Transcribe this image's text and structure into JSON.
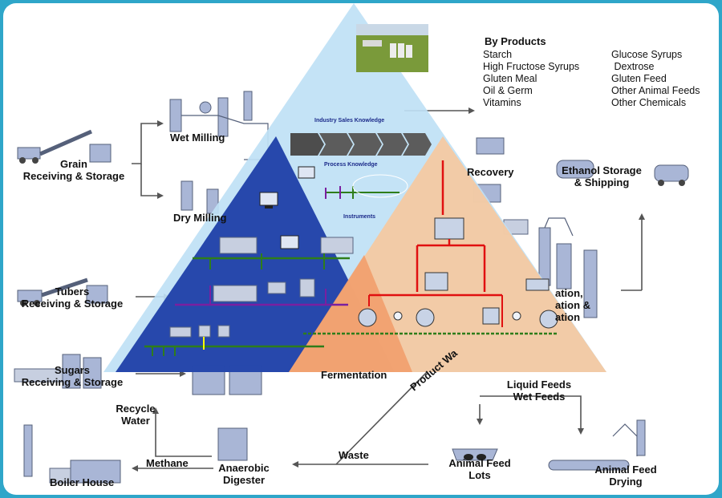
{
  "stages": {
    "grain": [
      "Grain",
      "Receiving & Storage"
    ],
    "wet_milling": "Wet Milling",
    "dry_milling": "Dry Milling",
    "tubers": [
      "Tubers",
      "Receiving & Storage"
    ],
    "sugars": [
      "Sugars",
      "Receiving & Storage"
    ],
    "fermentation": "Fermentation",
    "recovery": "Recovery",
    "ethanol_storage": [
      "Ethanol Storage",
      "& Shipping"
    ],
    "distillation": [
      "ation,",
      "ation &",
      "ation"
    ],
    "liquid_feeds": [
      "Liquid Feeds",
      "Wet Feeds"
    ],
    "animal_feed_lots": [
      "Animal Feed",
      "Lots"
    ],
    "animal_feed_drying": [
      "Animal Feed",
      "Drying"
    ],
    "recycle_water": [
      "Recycle",
      "Water"
    ],
    "methane": "Methane",
    "anaerobic_digester": [
      "Anaerobic",
      "Digester"
    ],
    "boiler_house": "Boiler House",
    "waste": "Waste",
    "product_waste": "Product Wa"
  },
  "by_products": {
    "title": "By Products",
    "col1": [
      "Starch",
      "High Fructose Syrups",
      "Gluten Meal",
      "Oil & Germ",
      "Vitamins"
    ],
    "col2": [
      "Glucose Syrups",
      " Dextrose",
      "Gluten Feed",
      "Other Animal Feeds",
      "Other Chemicals"
    ]
  },
  "pyramid": {
    "industry_label": "Industry Sales Knowledge",
    "process_label": "Process Knowledge",
    "instruments_label": "Instruments"
  },
  "colors": {
    "frame": "#2fa6c9",
    "pyramid_top": "#bfe1f5",
    "pyramid_left": "#1f3fa8",
    "pyramid_right": "#f8c79c",
    "pyramid_overlap": "#f29f6e",
    "network_green": "#2e7d1a",
    "network_red": "#e01010",
    "network_purple": "#7a1fa0"
  }
}
